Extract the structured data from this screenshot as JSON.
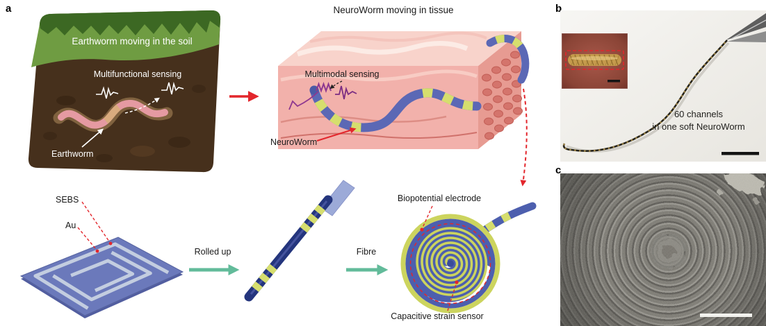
{
  "figure": {
    "panel_a": {
      "label": "a",
      "soil_scene": {
        "caption": "Earthworm moving in the soil",
        "sensing_label": "Multifunctional sensing",
        "worm_label": "Earthworm"
      },
      "tissue_scene": {
        "title": "NeuroWorm moving in tissue",
        "sensing_label": "Multimodal sensing",
        "worm_label": "NeuroWorm"
      },
      "fabrication": {
        "substrate_label": "SEBS",
        "conductor_label": "Au",
        "step_rolled_label": "Rolled up",
        "step_fibre_label": "Fibre",
        "electrode_label": "Biopotential electrode",
        "strain_sensor_label": "Capacitive strain sensor"
      }
    },
    "panel_b": {
      "label": "b",
      "caption_line1": "60 channels",
      "caption_line2": "in one soft NeuroWorm"
    },
    "panel_c": {
      "label": "c"
    },
    "colors": {
      "accent_red": "#e3262c",
      "fiber_blue": "#4d5fae",
      "band_yellow_green": "#ccd45e",
      "grass_green": "#6f9c42",
      "soil_brown": "#46301c",
      "tissue_pink": "#f2b1ab",
      "process_arrow_green": "#62bb9a"
    }
  }
}
